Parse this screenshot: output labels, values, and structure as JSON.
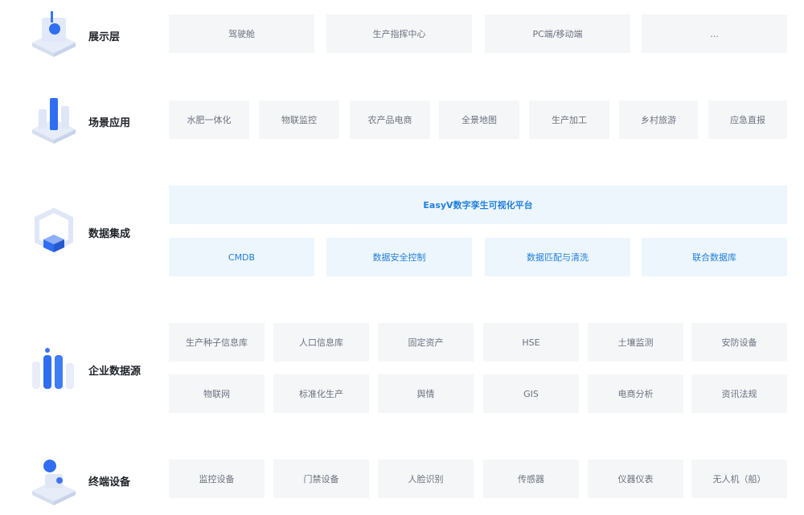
{
  "layers": [
    {
      "title": "展示层",
      "items": [
        "驾驶舱",
        "生产指挥中心",
        "PC端/移动端",
        "..."
      ]
    },
    {
      "title": "场景应用",
      "items": [
        "水肥一体化",
        "物联监控",
        "农产品电商",
        "全景地图",
        "生产加工",
        "乡村旅游",
        "应急直报"
      ]
    },
    {
      "title": "数据集成",
      "platform": "EasyV数字孪生可视化平台",
      "items": [
        "CMDB",
        "数据安全控制",
        "数据匹配与清洗",
        "联合数据库"
      ]
    },
    {
      "title": "企业数据源",
      "row1": [
        "生产种子信息库",
        "人口信息库",
        "固定资产",
        "HSE",
        "土壤监测",
        "安防设备"
      ],
      "row2": [
        "物联网",
        "标准化生产",
        "舆情",
        "GIS",
        "电商分析",
        "资讯法规"
      ]
    },
    {
      "title": "终端设备",
      "items": [
        "监控设备",
        "门禁设备",
        "人脸识别",
        "传感器",
        "仪器仪表",
        "无人机（船）"
      ]
    }
  ],
  "colors": {
    "cell_bg": "#f5f6f8",
    "cell_text": "#6b7280",
    "accent_bg": "#eef6fd",
    "accent_text": "#1f7fdc",
    "icon_blue": "#2f6ef0"
  }
}
